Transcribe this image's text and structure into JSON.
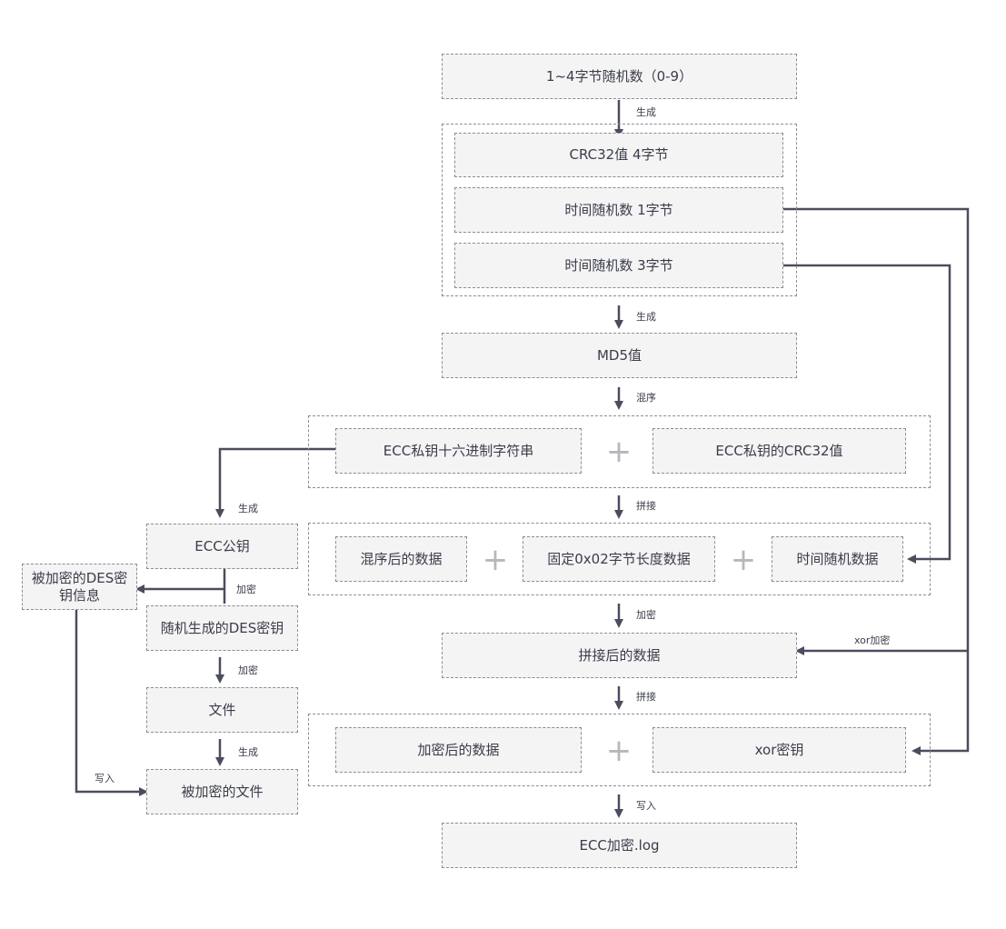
{
  "colors": {
    "line": "#4a4d5e",
    "box_fill": "#f4f4f4",
    "box_border": "#8a8d96",
    "plus": "#b5b7bd"
  },
  "boxes": {
    "random_1_4": "1~4字节随机数（0-9）",
    "crc32": "CRC32值  4字节",
    "time_rand_1": "时间随机数  1字节",
    "time_rand_3": "时间随机数  3字节",
    "md5": "MD5值",
    "ecc_priv_hex": "ECC私钥十六进制字符串",
    "ecc_priv_crc32": "ECC私钥的CRC32值",
    "mixed_data": "混序后的数据",
    "fixed_0x02": "固定0x02字节长度数据",
    "time_rand_data": "时间随机数据",
    "concat_data": "拼接后的数据",
    "encrypted_data": "加密后的数据",
    "xor_key": "xor密钥",
    "ecc_log": "ECC加密.log",
    "ecc_pub": "ECC公钥",
    "enc_des_info": "被加密的DES密钥信息",
    "rand_des_key": "随机生成的DES密钥",
    "file": "文件",
    "enc_file": "被加密的文件"
  },
  "labels": {
    "gen1": "生成",
    "gen2": "生成",
    "shuffle": "混序",
    "concat1": "拼接",
    "encrypt1": "加密",
    "concat2": "拼接",
    "write1": "写入",
    "xor_encrypt": "xor加密",
    "gen_pub": "生成",
    "encrypt_left": "加密",
    "encrypt_left2": "加密",
    "gen_file": "生成",
    "write_left": "写入"
  },
  "plus_sign": "+"
}
